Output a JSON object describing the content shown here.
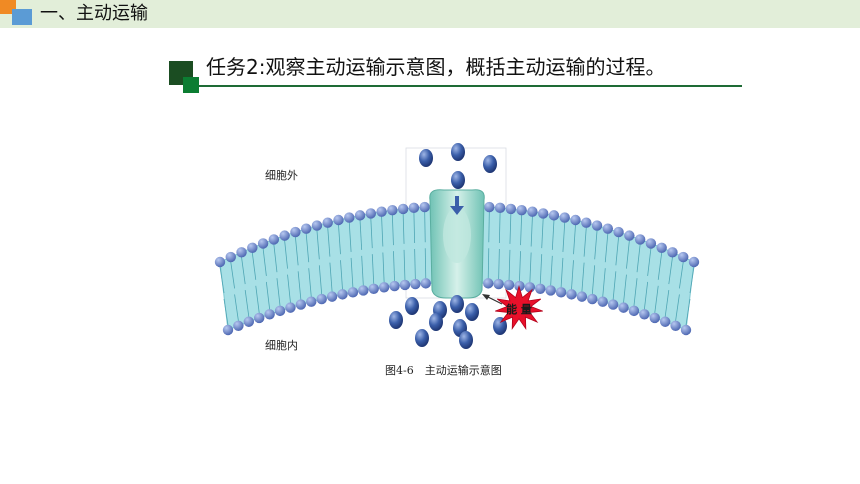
{
  "header": {
    "section_title": "一、主动运输"
  },
  "task": {
    "text": "任务2:观察主动运输示意图，概括主动运输的过程。"
  },
  "figure": {
    "outside_label": "细胞外",
    "inside_label": "细胞内",
    "energy_label": "能 量",
    "caption": "图4-6　主动运输示意图"
  },
  "colors": {
    "header_bg": "#e2eed9",
    "accent_orange": "#f08a24",
    "accent_blue": "#5b9bd5",
    "task_green_dark": "#1b4d22",
    "task_green": "#0c7d32",
    "membrane": "#a8e0e6",
    "molecule": "#3b5faa",
    "energy_burst": "#e8102a"
  },
  "icons": [
    "header-decor-icon",
    "task-marker-icon",
    "molecule-icon",
    "energy-burst-icon",
    "arrow-icon"
  ]
}
